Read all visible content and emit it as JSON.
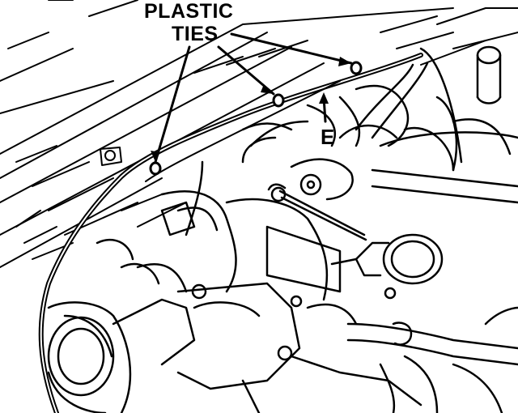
{
  "labels": {
    "plastic": "PLASTIC",
    "ties": "TIES",
    "e": "E"
  }
}
